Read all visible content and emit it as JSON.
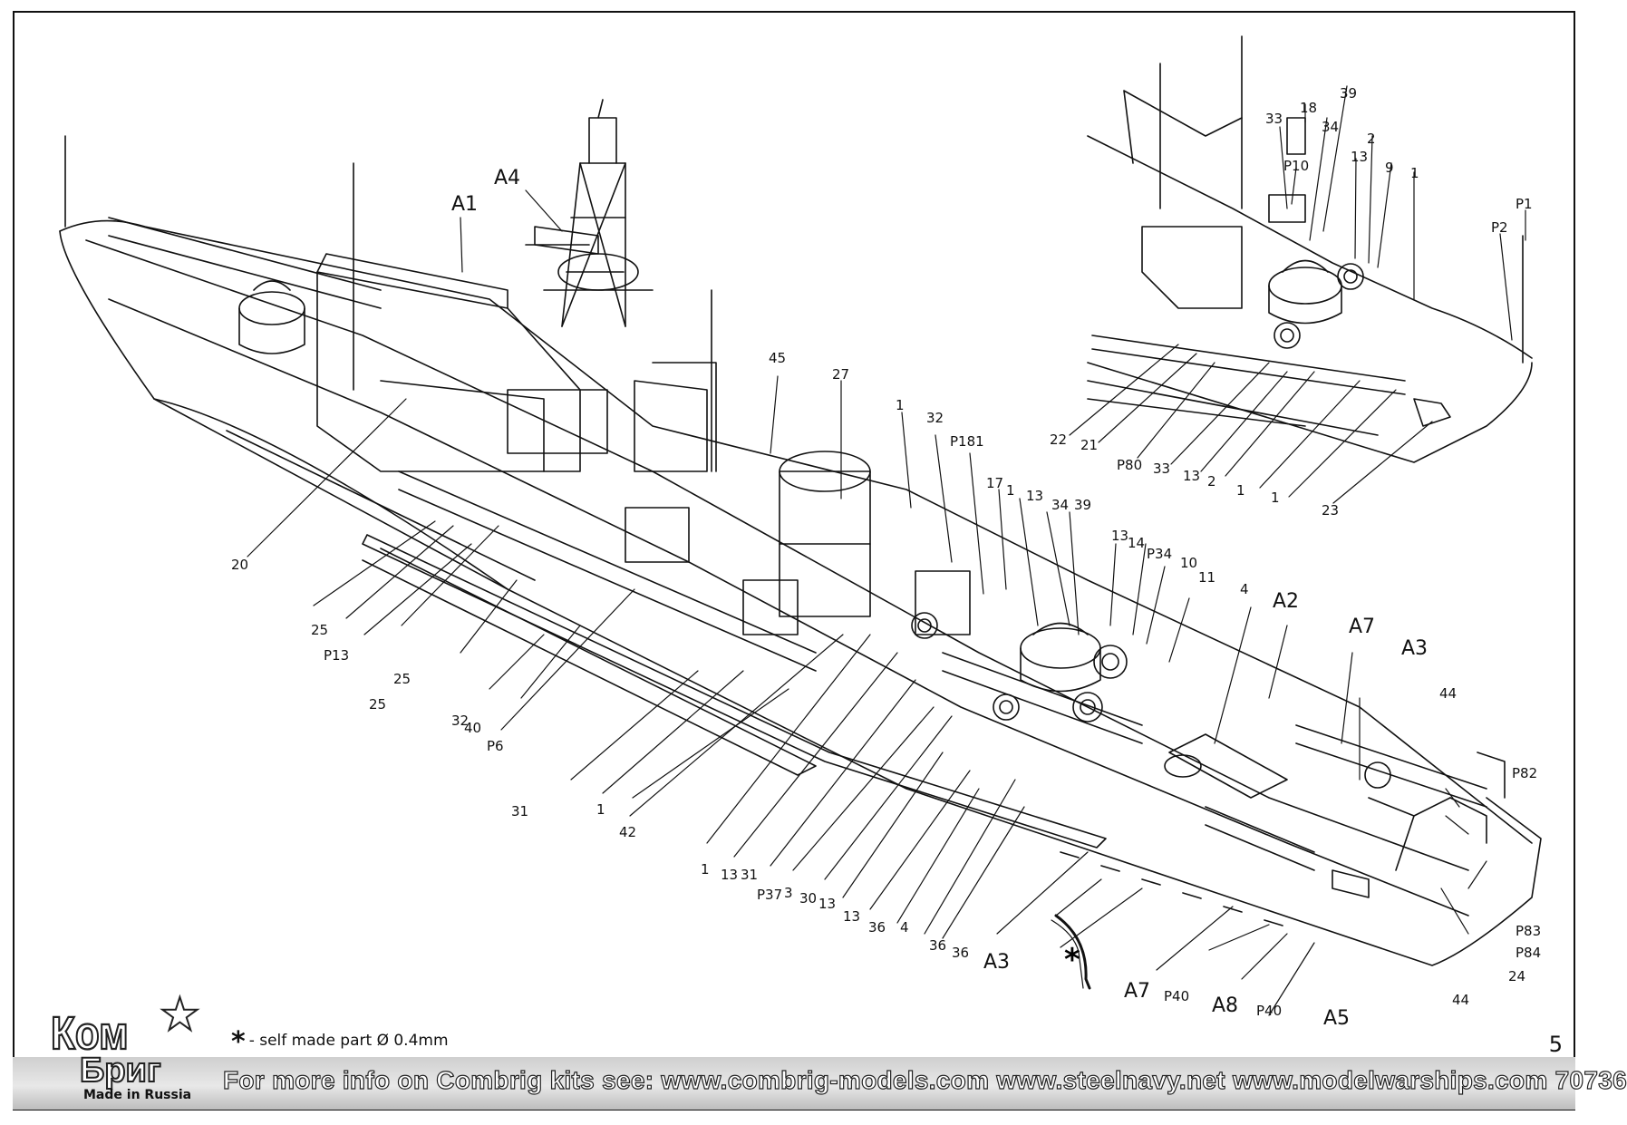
{
  "legend": {
    "star": "*",
    "text": "- self made part  Ø 0.4mm"
  },
  "page_number": "5",
  "footer": {
    "text": "For more info on Combrig kits see: www.combrig-models.com www.steelnavy.net  www.modelwarships.com  70736"
  },
  "logo": {
    "line1": "Ком",
    "line2": "Бриг",
    "made": "Made in Russia"
  },
  "self_made_star": "*",
  "main_labels": [
    {
      "t": "A1",
      "big": true
    },
    {
      "t": "A4",
      "big": true
    },
    {
      "t": "45"
    },
    {
      "t": "27"
    },
    {
      "t": "1"
    },
    {
      "t": "32"
    },
    {
      "t": "P181"
    },
    {
      "t": "17"
    },
    {
      "t": "1"
    },
    {
      "t": "13"
    },
    {
      "t": "34"
    },
    {
      "t": "39"
    },
    {
      "t": "13"
    },
    {
      "t": "14"
    },
    {
      "t": "P34"
    },
    {
      "t": "10"
    },
    {
      "t": "11"
    },
    {
      "t": "4"
    },
    {
      "t": "A2",
      "big": true
    },
    {
      "t": "A7",
      "big": true
    },
    {
      "t": "A3",
      "big": true
    },
    {
      "t": "44"
    },
    {
      "t": "P82"
    },
    {
      "t": "P83"
    },
    {
      "t": "P84"
    },
    {
      "t": "24"
    },
    {
      "t": "44"
    },
    {
      "t": "A5",
      "big": true
    },
    {
      "t": "P40"
    },
    {
      "t": "A8",
      "big": true
    },
    {
      "t": "P40"
    },
    {
      "t": "A7",
      "big": true
    },
    {
      "t": "A3",
      "big": true
    },
    {
      "t": "36"
    },
    {
      "t": "36"
    },
    {
      "t": "4"
    },
    {
      "t": "36"
    },
    {
      "t": "13"
    },
    {
      "t": "13"
    },
    {
      "t": "30"
    },
    {
      "t": "3"
    },
    {
      "t": "P37"
    },
    {
      "t": "31"
    },
    {
      "t": "13"
    },
    {
      "t": "1"
    },
    {
      "t": "42"
    },
    {
      "t": "1"
    },
    {
      "t": "31"
    },
    {
      "t": "P6"
    },
    {
      "t": "40"
    },
    {
      "t": "32"
    },
    {
      "t": "25"
    },
    {
      "t": "25"
    },
    {
      "t": "P13"
    },
    {
      "t": "25"
    },
    {
      "t": "20"
    }
  ],
  "inset_labels": [
    {
      "t": "18"
    },
    {
      "t": "39"
    },
    {
      "t": "33"
    },
    {
      "t": "34"
    },
    {
      "t": "P10"
    },
    {
      "t": "13"
    },
    {
      "t": "2"
    },
    {
      "t": "9"
    },
    {
      "t": "1"
    },
    {
      "t": "P1"
    },
    {
      "t": "P2"
    },
    {
      "t": "22"
    },
    {
      "t": "21"
    },
    {
      "t": "P80"
    },
    {
      "t": "33"
    },
    {
      "t": "13"
    },
    {
      "t": "2"
    },
    {
      "t": "1"
    },
    {
      "t": "1"
    },
    {
      "t": "23"
    }
  ]
}
